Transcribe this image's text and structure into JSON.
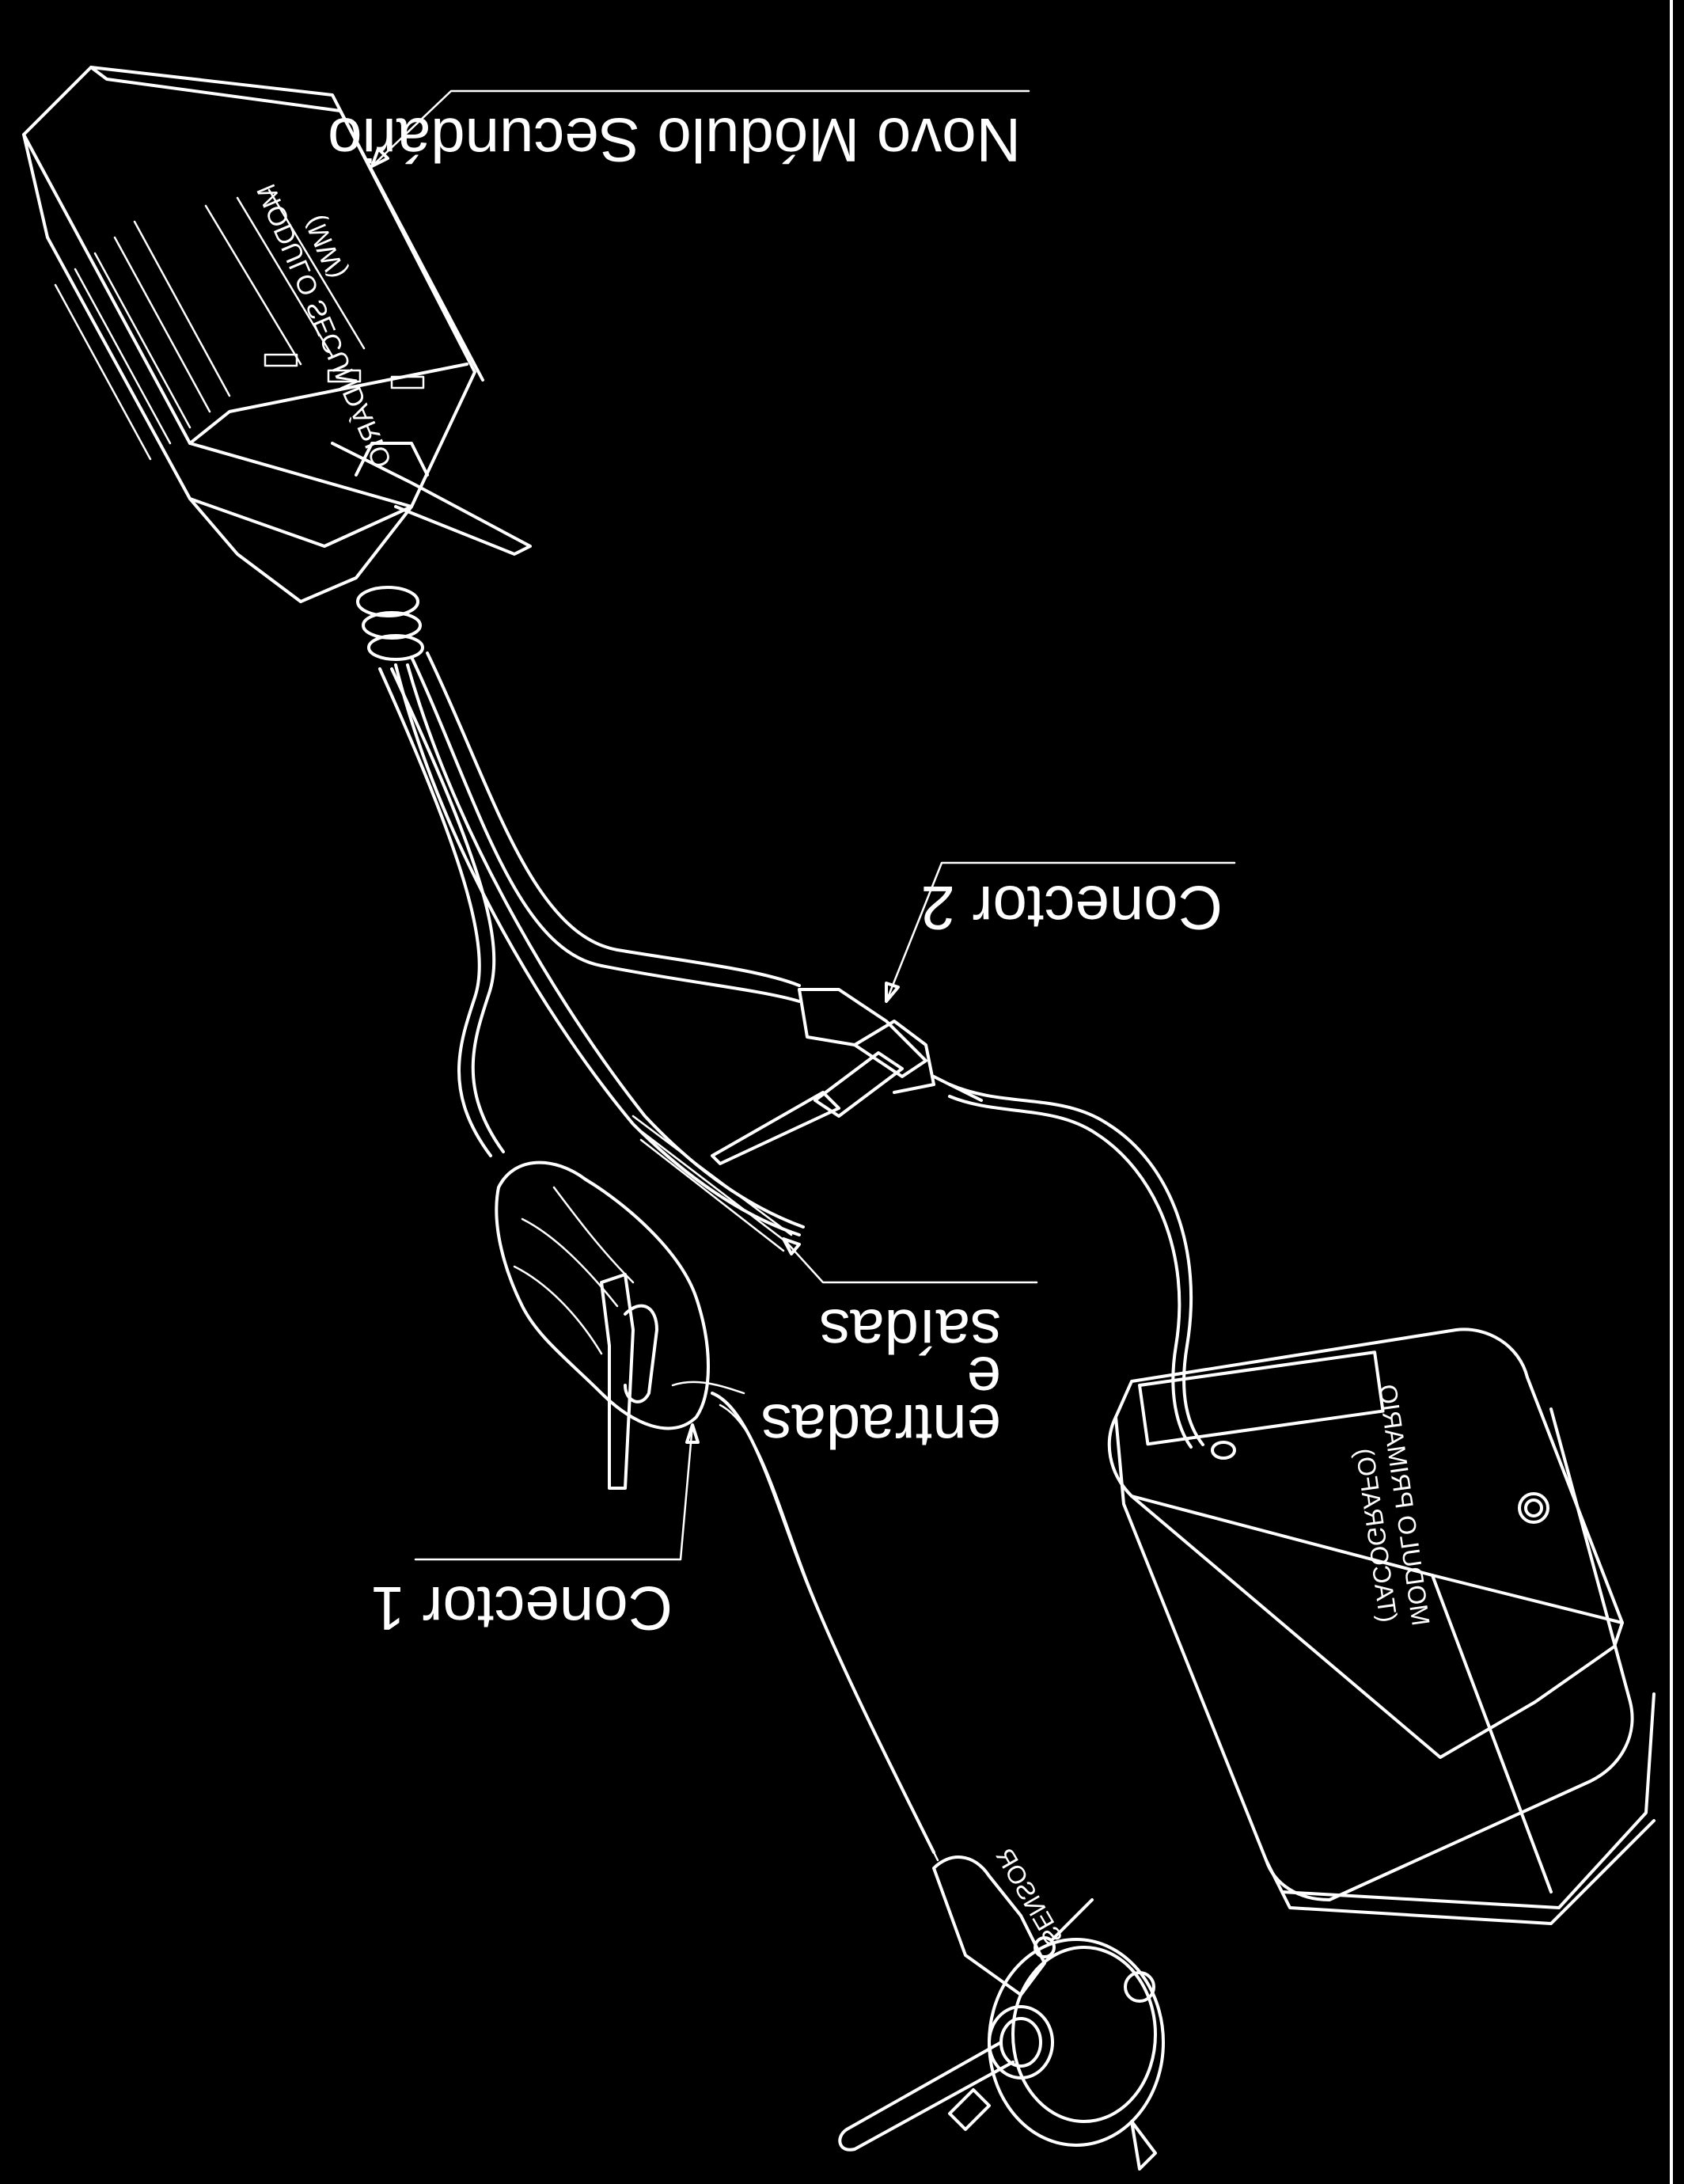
{
  "labels": {
    "secondary_module": "Novo Módulo Secundário",
    "connector_2": "Conector 2",
    "io_line1": "saídas",
    "io_line2": "e",
    "io_line3": "entradas",
    "connector_1": "Conector 1"
  },
  "embossed_text": {
    "secondary_module_line1": "MODULO SECUNDÁRIO",
    "secondary_module_line2": "(MW)",
    "primary_module_line1": "MODULO PRIMARIO",
    "primary_module_line2": "(TACOGRAFO)",
    "sensor": "SENSOR"
  }
}
